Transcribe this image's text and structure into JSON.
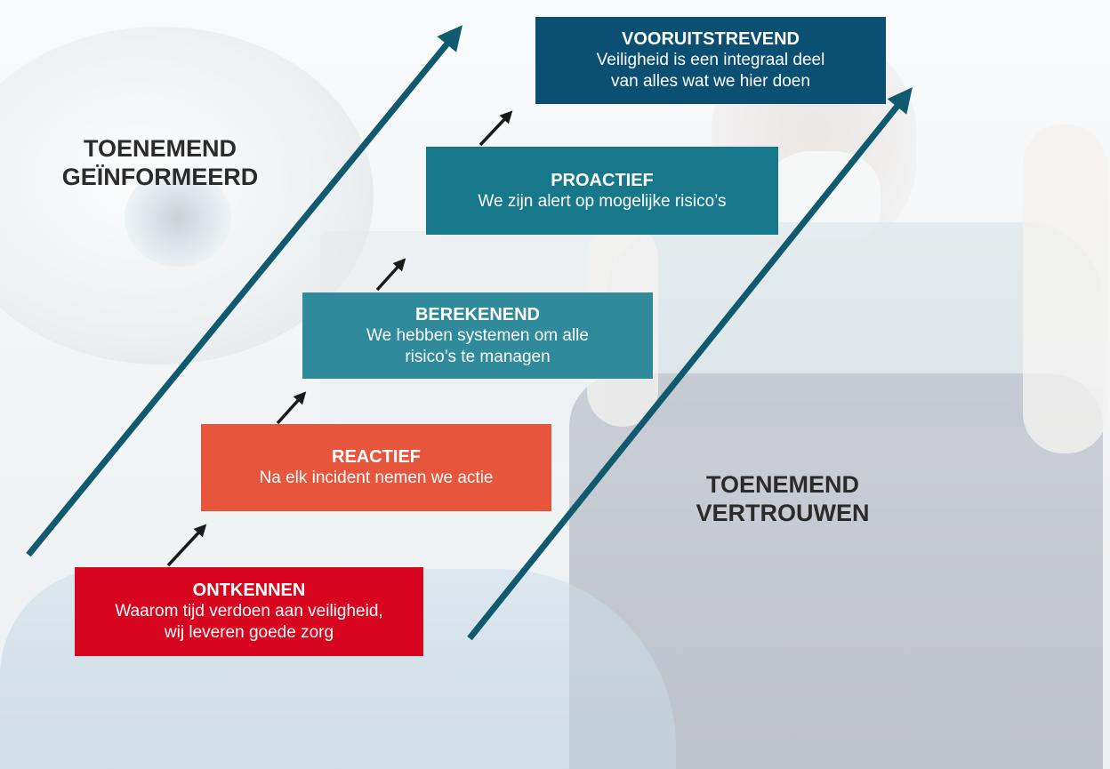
{
  "colors": {
    "ontkennen": "#d7051d",
    "reactief": "#e8553d",
    "berekenend": "#2f8a9b",
    "proactief": "#17788c",
    "vooruitstrevend": "#0b4f73",
    "main_arrow": "#0f5a6f",
    "step_arrow": "#1a1a1a"
  },
  "labels": {
    "left": "TOENEMEND\nGEÏNFORMEERD",
    "right": "TOENEMEND\nVERTROUWEN"
  },
  "stages": [
    {
      "title": "ONTKENNEN",
      "description": "Waarom tijd verdoen aan veiligheid,\nwij leveren goede zorg"
    },
    {
      "title": "REACTIEF",
      "description": "Na elk incident nemen we actie"
    },
    {
      "title": "BEREKENEND",
      "description": "We hebben systemen om alle\nrisico’s te managen"
    },
    {
      "title": "PROACTIEF",
      "description": "We zijn alert op mogelijke risico’s"
    },
    {
      "title": "VOORUITSTREVEND",
      "description": "Veiligheid is een integraal deel\nvan alles wat we hier doen"
    }
  ]
}
